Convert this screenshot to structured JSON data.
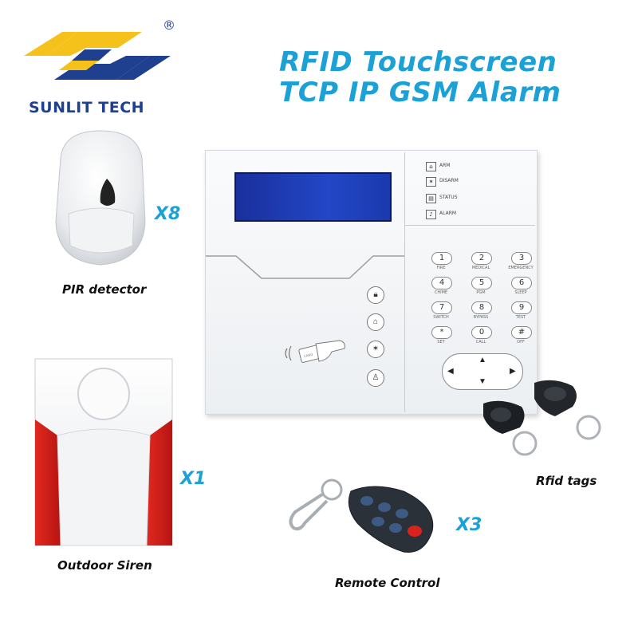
{
  "brand": {
    "name": "SUNLIT TECH",
    "registered_mark": "®"
  },
  "title": {
    "line1": "RFID Touchscreen",
    "line2": "TCP IP GSM Alarm"
  },
  "panel": {
    "status_buttons": [
      {
        "label": "ARM",
        "icon": "home-icon"
      },
      {
        "label": "DISARM",
        "icon": "star-icon"
      },
      {
        "label": "STATUS",
        "icon": "document-icon"
      },
      {
        "label": "ALARM",
        "icon": "bell-icon"
      }
    ],
    "keypad": [
      {
        "key": "1",
        "sub": "FIRE"
      },
      {
        "key": "2",
        "sub": "MEDICAL"
      },
      {
        "key": "3",
        "sub": "EMERGENCY"
      },
      {
        "key": "4",
        "sub": "CHIME"
      },
      {
        "key": "5",
        "sub": "PGM"
      },
      {
        "key": "6",
        "sub": "SLEEP"
      },
      {
        "key": "7",
        "sub": "SWITCH"
      },
      {
        "key": "8",
        "sub": "BYPASS"
      },
      {
        "key": "9",
        "sub": "TEST"
      },
      {
        "key": "*",
        "sub": "SET"
      },
      {
        "key": "0",
        "sub": "CALL"
      },
      {
        "key": "#",
        "sub": "OFF"
      }
    ],
    "card_label": "CARD",
    "side_icons": [
      "lock-icon",
      "home-icon",
      "star-icon",
      "person-icon"
    ]
  },
  "products": {
    "pir": {
      "caption": "PIR detector",
      "quantity": "X8"
    },
    "siren": {
      "caption": "Outdoor Siren",
      "quantity": "X1"
    },
    "remote": {
      "caption": "Remote Control",
      "quantity": "X3"
    },
    "rfid": {
      "caption": "Rfid tags"
    }
  },
  "colors": {
    "brand_blue": "#1f3f8f",
    "brand_yellow": "#f5c21b",
    "title_blue": "#1ba1d6",
    "siren_red": "#d8231c",
    "lcd_blue": "#2247c7"
  }
}
